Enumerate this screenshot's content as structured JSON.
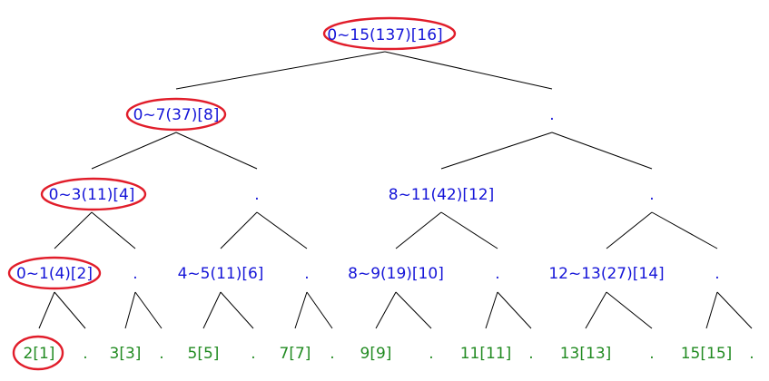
{
  "colors": {
    "internal_node": "#1515d8",
    "leaf_node": "#228b22",
    "edge": "#000000",
    "highlight": "#e11d2a"
  },
  "tree": {
    "levels": [
      [
        "0~15(137)[16]"
      ],
      [
        "0~7(37)[8]",
        "."
      ],
      [
        "0~3(11)[4]",
        ".",
        "8~11(42)[12]",
        "."
      ],
      [
        "0~1(4)[2]",
        ".",
        "4~5(11)[6]",
        ".",
        "8~9(19)[10]",
        ".",
        "12~13(27)[14]",
        "."
      ],
      [
        "2[1]",
        ".",
        "3[3]",
        ".",
        "5[5]",
        ".",
        "7[7]",
        ".",
        "9[9]",
        ".",
        "11[11]",
        ".",
        "13[13]",
        ".",
        "15[15]",
        "."
      ]
    ],
    "highlighted": [
      "0~15(137)[16]",
      "0~7(37)[8]",
      "0~3(11)[4]",
      "0~1(4)[2]",
      "2[1]"
    ]
  }
}
